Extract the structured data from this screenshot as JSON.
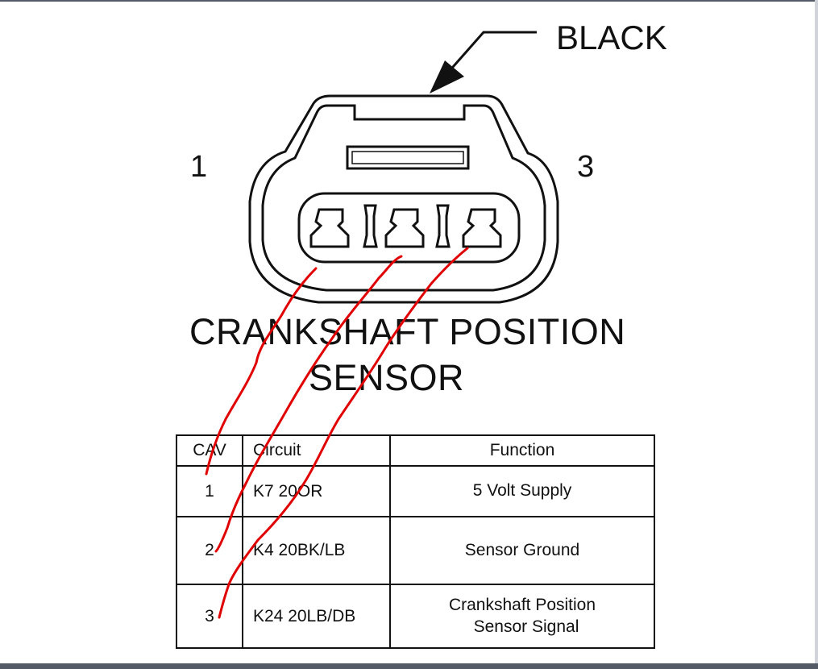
{
  "diagram": {
    "connector_color_label": "BLACK",
    "cavity_label_left": "1",
    "cavity_label_right": "3",
    "title_line1": "CRANKSHAFT POSITION",
    "title_line2": "SENSOR"
  },
  "pin_table": {
    "headers": {
      "cav": "CAV",
      "circuit": "Circuit",
      "function": "Function"
    },
    "rows": [
      {
        "cav": "1",
        "circuit": "K7 20OR",
        "function_line1": "5 Volt Supply",
        "function_line2": ""
      },
      {
        "cav": "2",
        "circuit": "K4 20BK/LB",
        "function_line1": "Sensor Ground",
        "function_line2": ""
      },
      {
        "cav": "3",
        "circuit": "K24 20LB/DB",
        "function_line1": "Crankshaft Position",
        "function_line2": "Sensor Signal"
      }
    ]
  },
  "colors": {
    "line_art": "#111111",
    "annotation_red": "#e00000",
    "frame_edge": "#555b66"
  }
}
